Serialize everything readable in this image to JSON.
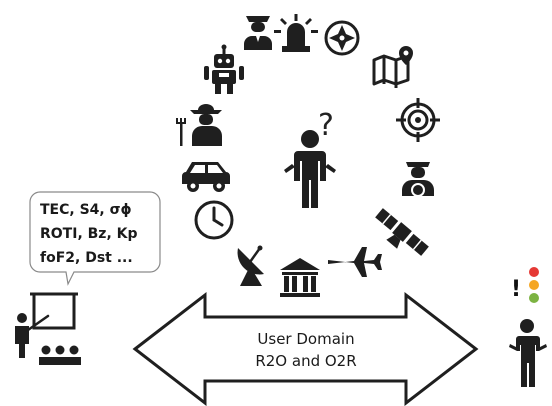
{
  "bubble": {
    "line1": "TEC, S4, σϕ",
    "line2": "ROTI, Bz, Kp",
    "line3": "foF2, Dst ..."
  },
  "arrow": {
    "line1": "User Domain",
    "line2": "R2O and O2R"
  },
  "center": {
    "question_mark": "?"
  },
  "right_user": {
    "exclamation": "!"
  },
  "colors": {
    "ink": "#1f1f1f",
    "traffic_red": "#e53935",
    "traffic_amber": "#f5a623",
    "traffic_green": "#7cb342"
  },
  "icons": [
    "pilot-icon",
    "siren-icon",
    "compass-icon",
    "map-icon",
    "target-icon",
    "ship-captain-icon",
    "satellite-icon",
    "airplane-icon",
    "bank-icon",
    "radar-dish-icon",
    "clock-icon",
    "car-icon",
    "farmer-icon",
    "robot-icon"
  ]
}
